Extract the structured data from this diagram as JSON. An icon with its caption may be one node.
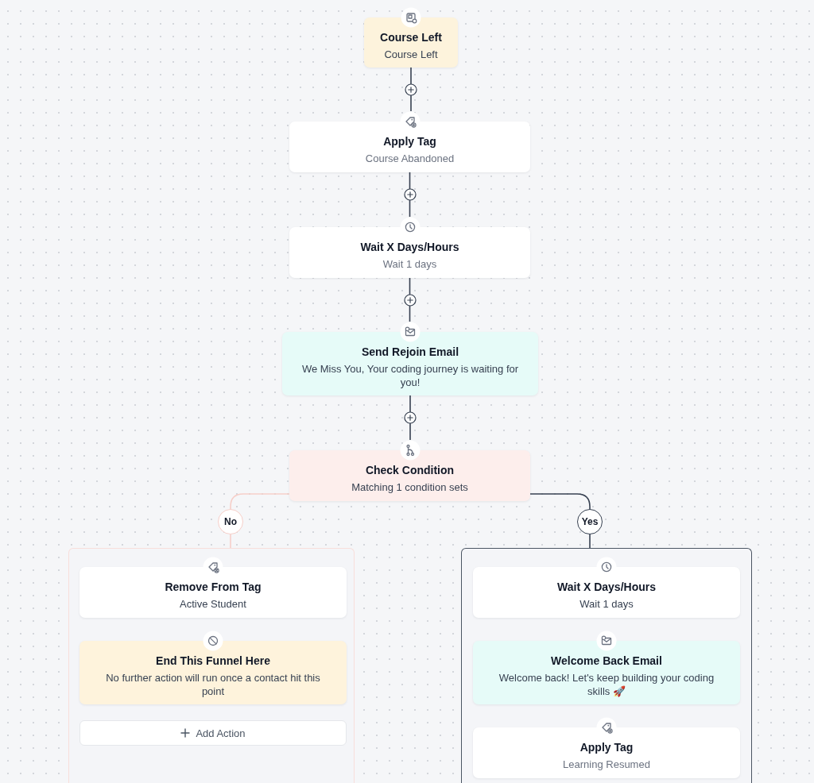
{
  "diagram": {
    "nodes": [
      {
        "text": [
          "Course Left",
          "Course Left"
        ]
      },
      {
        "text": [
          "Apply Tag",
          "Course Abandoned"
        ]
      },
      {
        "text": [
          "Wait X Days/Hours",
          "Wait 1 days"
        ]
      },
      {
        "text": [
          "Send Rejoin Email",
          "We Miss You, Your coding journey is waiting for you!"
        ]
      },
      {
        "text": [
          "Check Condition",
          "Matching 1 condition sets"
        ]
      },
      {
        "text": [
          "No"
        ]
      },
      {
        "text": [
          "Yes"
        ]
      },
      {
        "text": [],
        "shape": "box"
      },
      {
        "text": [
          "Remove From Tag",
          "Active Student"
        ],
        "in": 7
      },
      {
        "text": [
          "End This Funnel Here",
          "No further action will run once a contact hit this point"
        ],
        "in": 7
      },
      {
        "text": [
          "Add Action"
        ],
        "in": 7
      },
      {
        "text": [],
        "shape": "box"
      },
      {
        "text": [
          "Wait X Days/Hours",
          "Wait 1 days"
        ],
        "in": 11
      },
      {
        "text": [
          "Welcome Back Email",
          "Welcome back! Let's keep building your coding skills 🚀"
        ],
        "in": 11
      },
      {
        "text": [
          "Apply Tag",
          "Learning Resumed"
        ],
        "in": 11
      }
    ],
    "edges": [
      {
        "from": 0,
        "to": 1,
        "arrow": "none"
      },
      {
        "from": 1,
        "to": 2,
        "arrow": "none"
      },
      {
        "from": 2,
        "to": 3,
        "arrow": "none"
      },
      {
        "from": 3,
        "to": 4,
        "arrow": "none"
      },
      {
        "from": 4,
        "to": 5,
        "arrow": "none",
        "color": "#f6cfc9"
      },
      {
        "from": 5,
        "to": 7,
        "arrow": "none",
        "color": "#f6cfc9"
      },
      {
        "from": 4,
        "to": 6,
        "arrow": "none"
      },
      {
        "from": 6,
        "to": 11,
        "arrow": "none"
      }
    ]
  }
}
